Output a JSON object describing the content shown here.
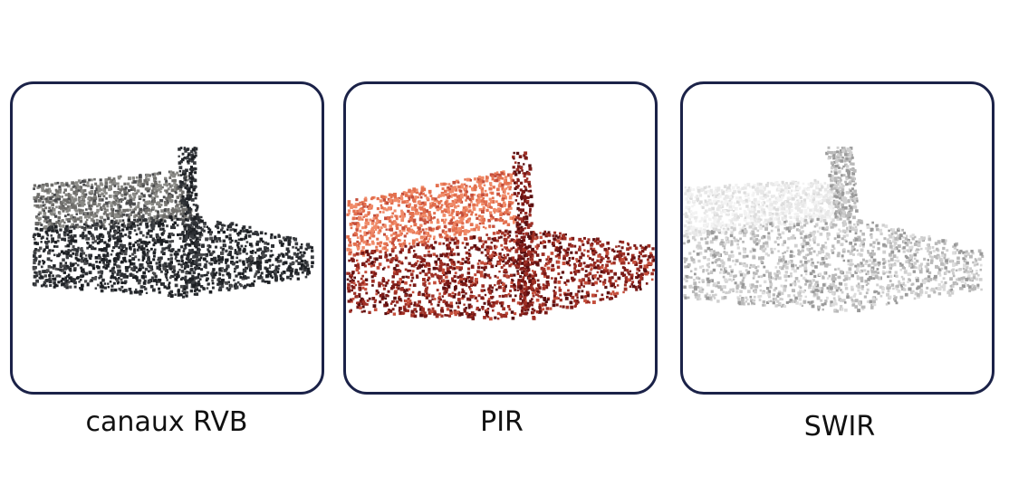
{
  "panels": [
    {
      "id": "rgb",
      "caption": "canaux RVB",
      "palette": [
        "#8a8a86",
        "#6f6e6b",
        "#4a4b4d",
        "#2c2f33",
        "#1c1f23",
        "#3a3d41"
      ]
    },
    {
      "id": "nir",
      "caption": "PIR",
      "palette": [
        "#f08a68",
        "#e3704f",
        "#c44e3b",
        "#9e2f25",
        "#7a1a17",
        "#5a0f10"
      ]
    },
    {
      "id": "swir",
      "caption": "SWIR",
      "palette": [
        "#f3f3f3",
        "#e8e8e8",
        "#dcdcdc",
        "#cfcfcf",
        "#b9b9b9",
        "#9a9a9a"
      ]
    }
  ],
  "colors": {
    "panel_border": "#1b2248"
  }
}
